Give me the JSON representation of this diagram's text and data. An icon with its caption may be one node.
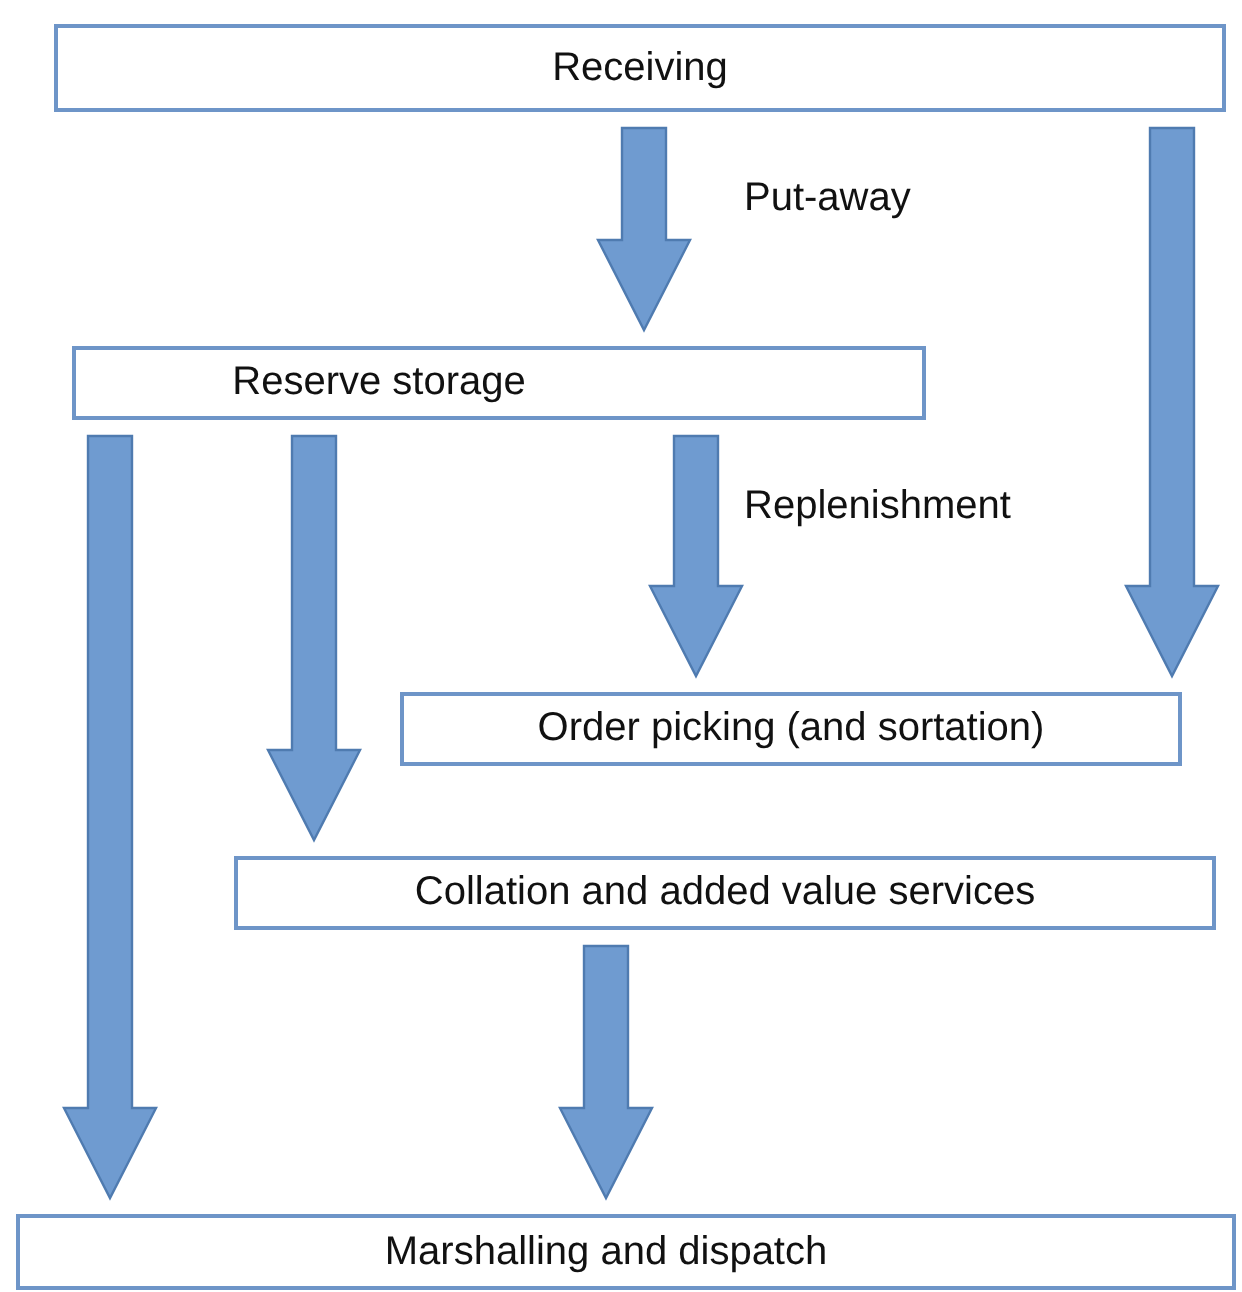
{
  "diagram": {
    "nodes": [
      {
        "text": [
          "Receiving"
        ]
      },
      {
        "text": [
          "Reserve storage"
        ]
      },
      {
        "text": [
          "Order picking (and sortation)"
        ]
      },
      {
        "text": [
          "Collation and added value services"
        ]
      },
      {
        "text": [
          "Marshalling and dispatch"
        ]
      }
    ],
    "edges": [
      {
        "from": 0,
        "to": 1,
        "arrow": "to",
        "label": "Put-away"
      },
      {
        "from": 0,
        "to": 2,
        "arrow": "to"
      },
      {
        "from": 1,
        "to": 2,
        "arrow": "to",
        "label": "Replenishment"
      },
      {
        "from": 1,
        "to": 3,
        "arrow": "to"
      },
      {
        "from": 1,
        "to": 4,
        "arrow": "to"
      },
      {
        "from": 3,
        "to": 4,
        "arrow": "to"
      }
    ]
  }
}
